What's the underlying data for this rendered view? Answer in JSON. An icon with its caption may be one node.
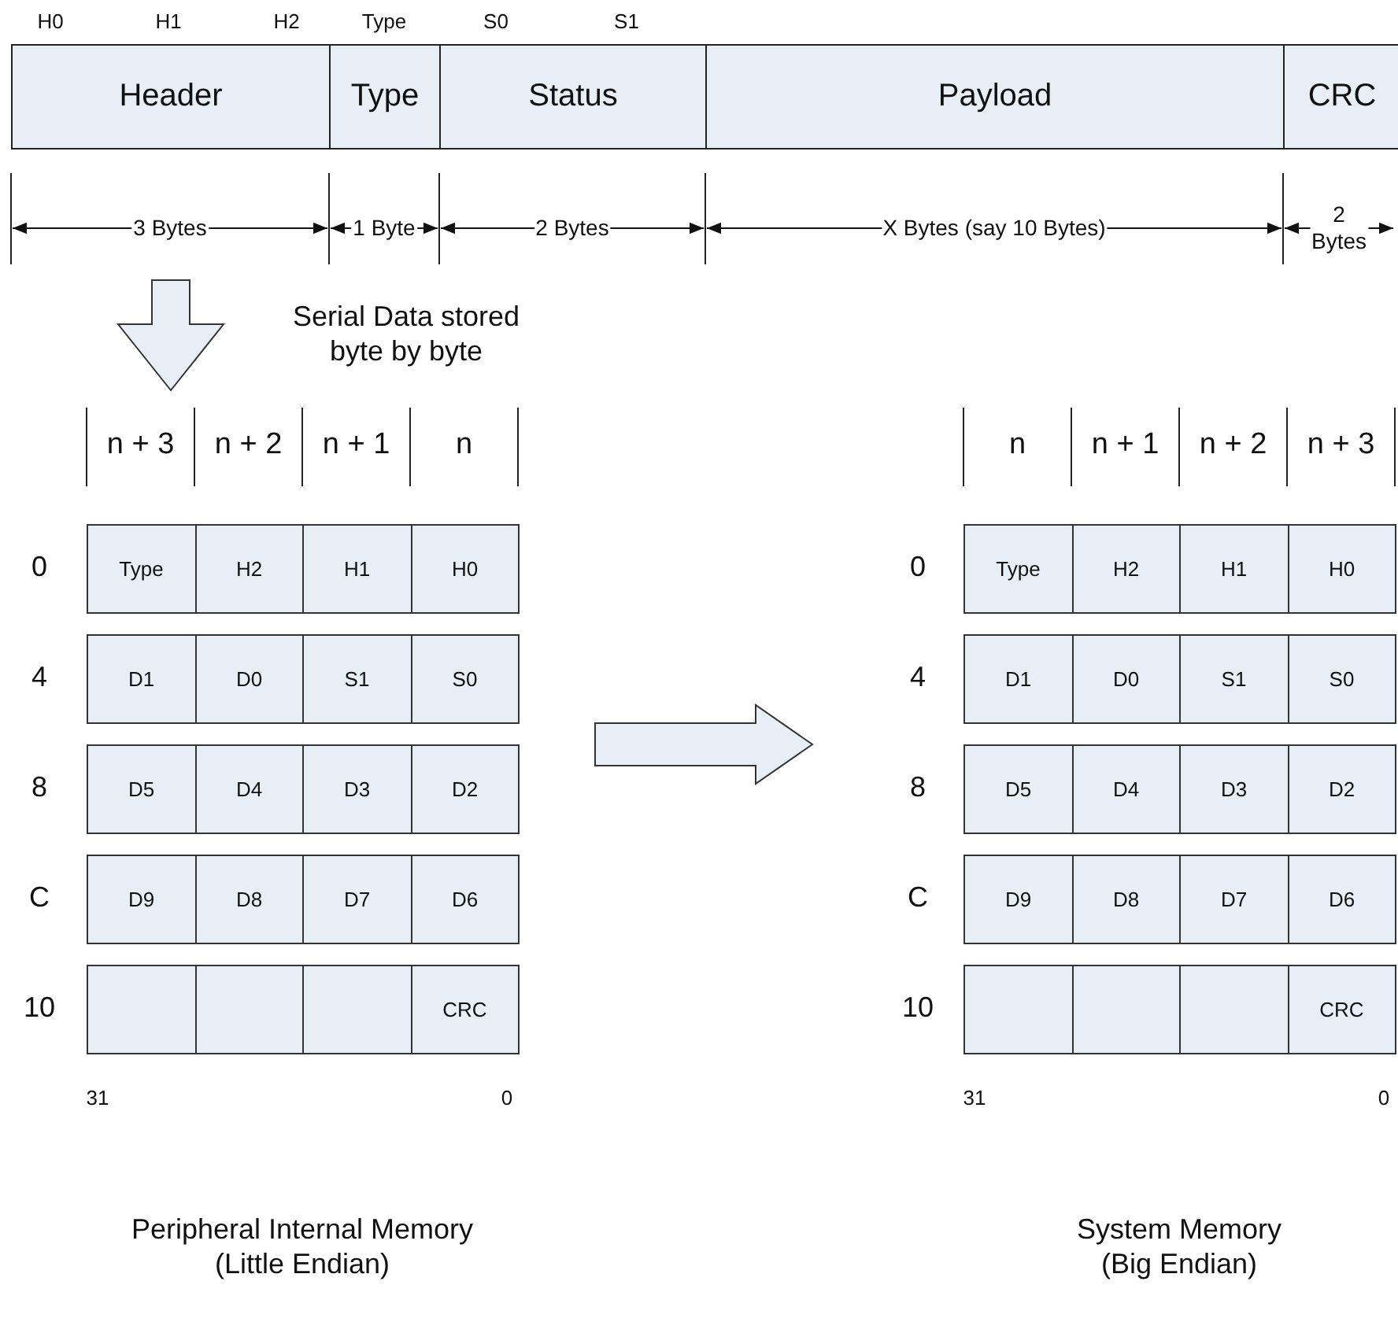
{
  "diagram": {
    "nodes": [
      {
        "text": [
          "Header"
        ]
      },
      {
        "text": [
          "Type"
        ]
      },
      {
        "text": [
          "Status"
        ]
      },
      {
        "text": [
          "Payload"
        ]
      },
      {
        "text": [
          "CRC"
        ]
      },
      {
        "text": [
          "Peripheral Internal Memory (Little Endian)"
        ]
      },
      {
        "text": [
          "Type"
        ],
        "in": 5
      },
      {
        "text": [
          "H2"
        ],
        "in": 5
      },
      {
        "text": [
          "H1"
        ],
        "in": 5
      },
      {
        "text": [
          "H0"
        ],
        "in": 5
      },
      {
        "text": [
          "D1"
        ],
        "in": 5
      },
      {
        "text": [
          "D0"
        ],
        "in": 5
      },
      {
        "text": [
          "S1"
        ],
        "in": 5
      },
      {
        "text": [
          "S0"
        ],
        "in": 5
      },
      {
        "text": [
          "D5"
        ],
        "in": 5
      },
      {
        "text": [
          "D4"
        ],
        "in": 5
      },
      {
        "text": [
          "D3"
        ],
        "in": 5
      },
      {
        "text": [
          "D2"
        ],
        "in": 5
      },
      {
        "text": [
          "D9"
        ],
        "in": 5
      },
      {
        "text": [
          "D8"
        ],
        "in": 5
      },
      {
        "text": [
          "D7"
        ],
        "in": 5
      },
      {
        "text": [
          "D6"
        ],
        "in": 5
      },
      {
        "text": [],
        "shape": "box",
        "in": 5
      },
      {
        "text": [],
        "shape": "box",
        "in": 5
      },
      {
        "text": [],
        "shape": "box",
        "in": 5
      },
      {
        "text": [
          "CRC"
        ],
        "in": 5
      },
      {
        "text": [
          "System Memory (Big Endian)"
        ]
      },
      {
        "text": [
          "Type"
        ],
        "in": 26
      },
      {
        "text": [
          "H2"
        ],
        "in": 26
      },
      {
        "text": [
          "H1"
        ],
        "in": 26
      },
      {
        "text": [
          "H0"
        ],
        "in": 26
      },
      {
        "text": [
          "D1"
        ],
        "in": 26
      },
      {
        "text": [
          "D0"
        ],
        "in": 26
      },
      {
        "text": [
          "S1"
        ],
        "in": 26
      },
      {
        "text": [
          "S0"
        ],
        "in": 26
      },
      {
        "text": [
          "D5"
        ],
        "in": 26
      },
      {
        "text": [
          "D4"
        ],
        "in": 26
      },
      {
        "text": [
          "D3"
        ],
        "in": 26
      },
      {
        "text": [
          "D2"
        ],
        "in": 26
      },
      {
        "text": [
          "D9"
        ],
        "in": 26
      },
      {
        "text": [
          "D8"
        ],
        "in": 26
      },
      {
        "text": [
          "D7"
        ],
        "in": 26
      },
      {
        "text": [
          "D6"
        ],
        "in": 26
      },
      {
        "text": [],
        "shape": "box",
        "in": 26
      },
      {
        "text": [],
        "shape": "box",
        "in": 26
      },
      {
        "text": [],
        "shape": "box",
        "in": 26
      },
      {
        "text": [
          "CRC"
        ],
        "in": 26
      }
    ],
    "edges": [
      {
        "from": 5,
        "to": 26,
        "arrow": "to"
      }
    ],
    "labels": [
      "H0",
      "H1",
      "H2",
      "Type",
      "S0",
      "S1",
      "3 Bytes",
      "1 Byte",
      "2 Bytes",
      "X Bytes (say 10 Bytes)",
      "2 Bytes",
      "n + 3",
      "n + 2",
      "n + 1",
      "n",
      "n",
      "n + 1",
      "n + 2",
      "n + 3",
      "0",
      "0",
      "4",
      "4",
      "8",
      "8",
      "C",
      "C",
      "10",
      "10",
      "31",
      "0",
      "31",
      "0",
      "Serial Data stored byte by byte"
    ]
  }
}
